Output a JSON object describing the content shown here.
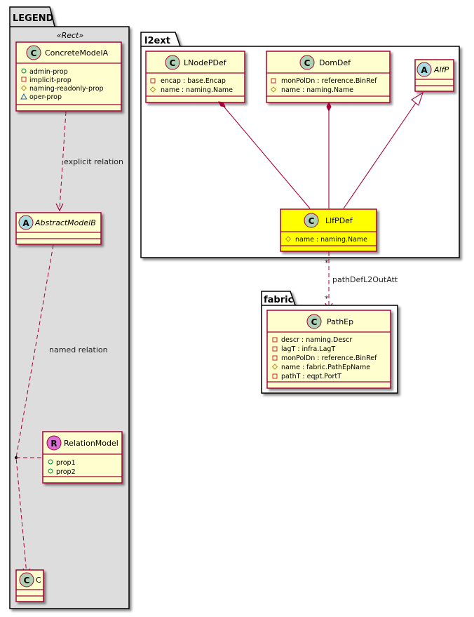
{
  "colors": {
    "border": "#a80036",
    "class_fill": "#fefece",
    "highlight_fill": "#ffff00",
    "legend_fill": "#dddddd",
    "circle_c": "#add1b2",
    "circle_a": "#a9dcdf",
    "circle_r": "#da70d6",
    "vis_public": "#038048",
    "vis_private": "#c82930",
    "vis_protected": "#b38d22",
    "vis_package": "#1963a0"
  },
  "legend": {
    "title": "LEGEND",
    "stereotype": "«Rect»",
    "concrete": {
      "letter": "C",
      "name": "ConcreteModelA",
      "attrs": [
        {
          "vis": "public",
          "text": "admin-prop"
        },
        {
          "vis": "private",
          "text": "implicit-prop"
        },
        {
          "vis": "protected",
          "text": "naming-readonly-prop"
        },
        {
          "vis": "package",
          "text": "oper-prop"
        }
      ]
    },
    "abstract": {
      "letter": "A",
      "name": "AbstractModelB"
    },
    "relation_model": {
      "letter": "R",
      "name": "RelationModel",
      "attrs": [
        {
          "vis": "public",
          "text": "prop1"
        },
        {
          "vis": "public",
          "text": "prop2"
        }
      ]
    },
    "target": {
      "letter": "C",
      "name": "C"
    },
    "explicit_label": "explicit relation",
    "named_label": "named relation"
  },
  "l2ext": {
    "title": "l2ext",
    "lnodepdef": {
      "letter": "C",
      "name": "LNodePDef",
      "attrs": [
        {
          "vis": "private",
          "text": "encap : base.Encap"
        },
        {
          "vis": "protected",
          "text": "name : naming.Name"
        }
      ]
    },
    "domdef": {
      "letter": "C",
      "name": "DomDef",
      "attrs": [
        {
          "vis": "private",
          "text": "monPolDn : reference.BinRef"
        },
        {
          "vis": "protected",
          "text": "name : naming.Name"
        }
      ]
    },
    "alfp": {
      "letter": "A",
      "name": "AlfP"
    },
    "llfpdef": {
      "letter": "C",
      "name": "LlfPDef",
      "attrs": [
        {
          "vis": "protected",
          "text": "name : naming.Name"
        }
      ]
    }
  },
  "fabric": {
    "title": "fabric",
    "pathep": {
      "letter": "C",
      "name": "PathEp",
      "attrs": [
        {
          "vis": "private",
          "text": "descr : naming.Descr"
        },
        {
          "vis": "private",
          "text": "lagT : infra.LagT"
        },
        {
          "vis": "private",
          "text": "monPolDn : reference.BinRef"
        },
        {
          "vis": "protected",
          "text": "name : fabric.PathEpName"
        },
        {
          "vis": "private",
          "text": "pathT : eqpt.PortT"
        }
      ]
    }
  },
  "association": {
    "label": "pathDefL2OutAtt",
    "source_mult": "*",
    "target_mult": "*"
  }
}
